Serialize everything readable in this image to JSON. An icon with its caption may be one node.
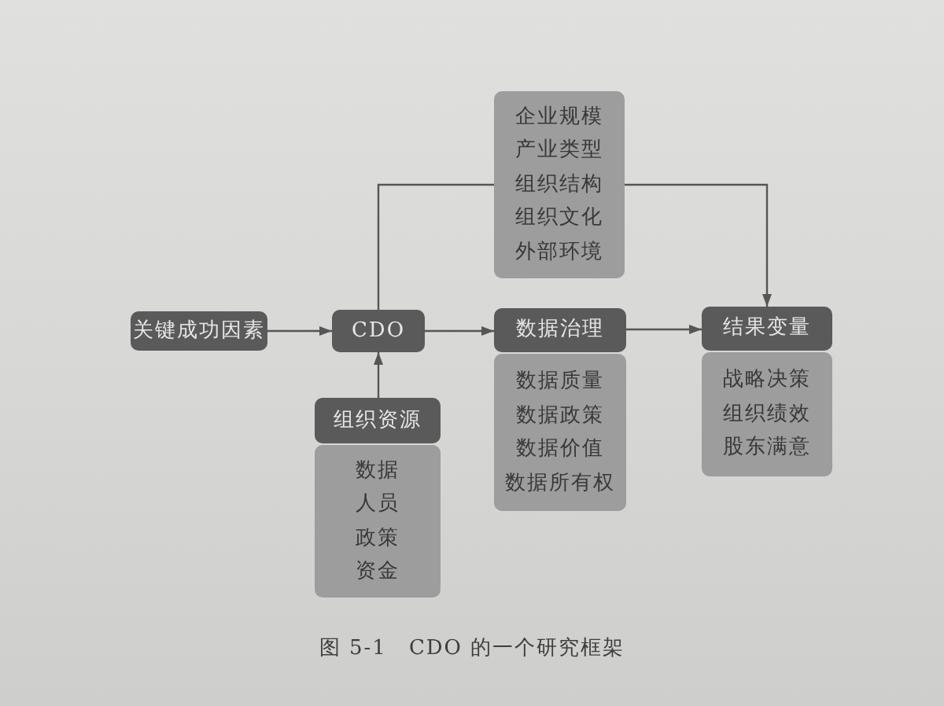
{
  "diagram": {
    "caption": "图 5-1　CDO 的一个研究框架",
    "nodes": [
      {
        "text": [
          "关键成功因素"
        ]
      },
      {
        "text": [
          "CDO"
        ]
      },
      {
        "text": [
          "企业规模",
          "产业类型",
          "组织结构",
          "组织文化",
          "外部环境"
        ]
      },
      {
        "text": [
          "数据治理"
        ]
      },
      {
        "text": [
          "数据质量",
          "数据政策",
          "数据价值",
          "数据所有权"
        ]
      },
      {
        "text": [
          "结果变量"
        ]
      },
      {
        "text": [
          "战略决策",
          "组织绩效",
          "股东满意"
        ]
      },
      {
        "text": [
          "组织资源"
        ]
      },
      {
        "text": [
          "数据",
          "人员",
          "政策",
          "资金"
        ]
      }
    ],
    "edges": [
      {
        "from": 0,
        "to": 1,
        "arrow": "to"
      },
      {
        "from": 7,
        "to": 1,
        "arrow": "to"
      },
      {
        "from": 1,
        "to": 3,
        "arrow": "to"
      },
      {
        "from": 3,
        "to": 5,
        "arrow": "to"
      },
      {
        "from": 1,
        "to": 2,
        "arrow": "none"
      },
      {
        "from": 2,
        "to": 5,
        "arrow": "to"
      }
    ]
  }
}
